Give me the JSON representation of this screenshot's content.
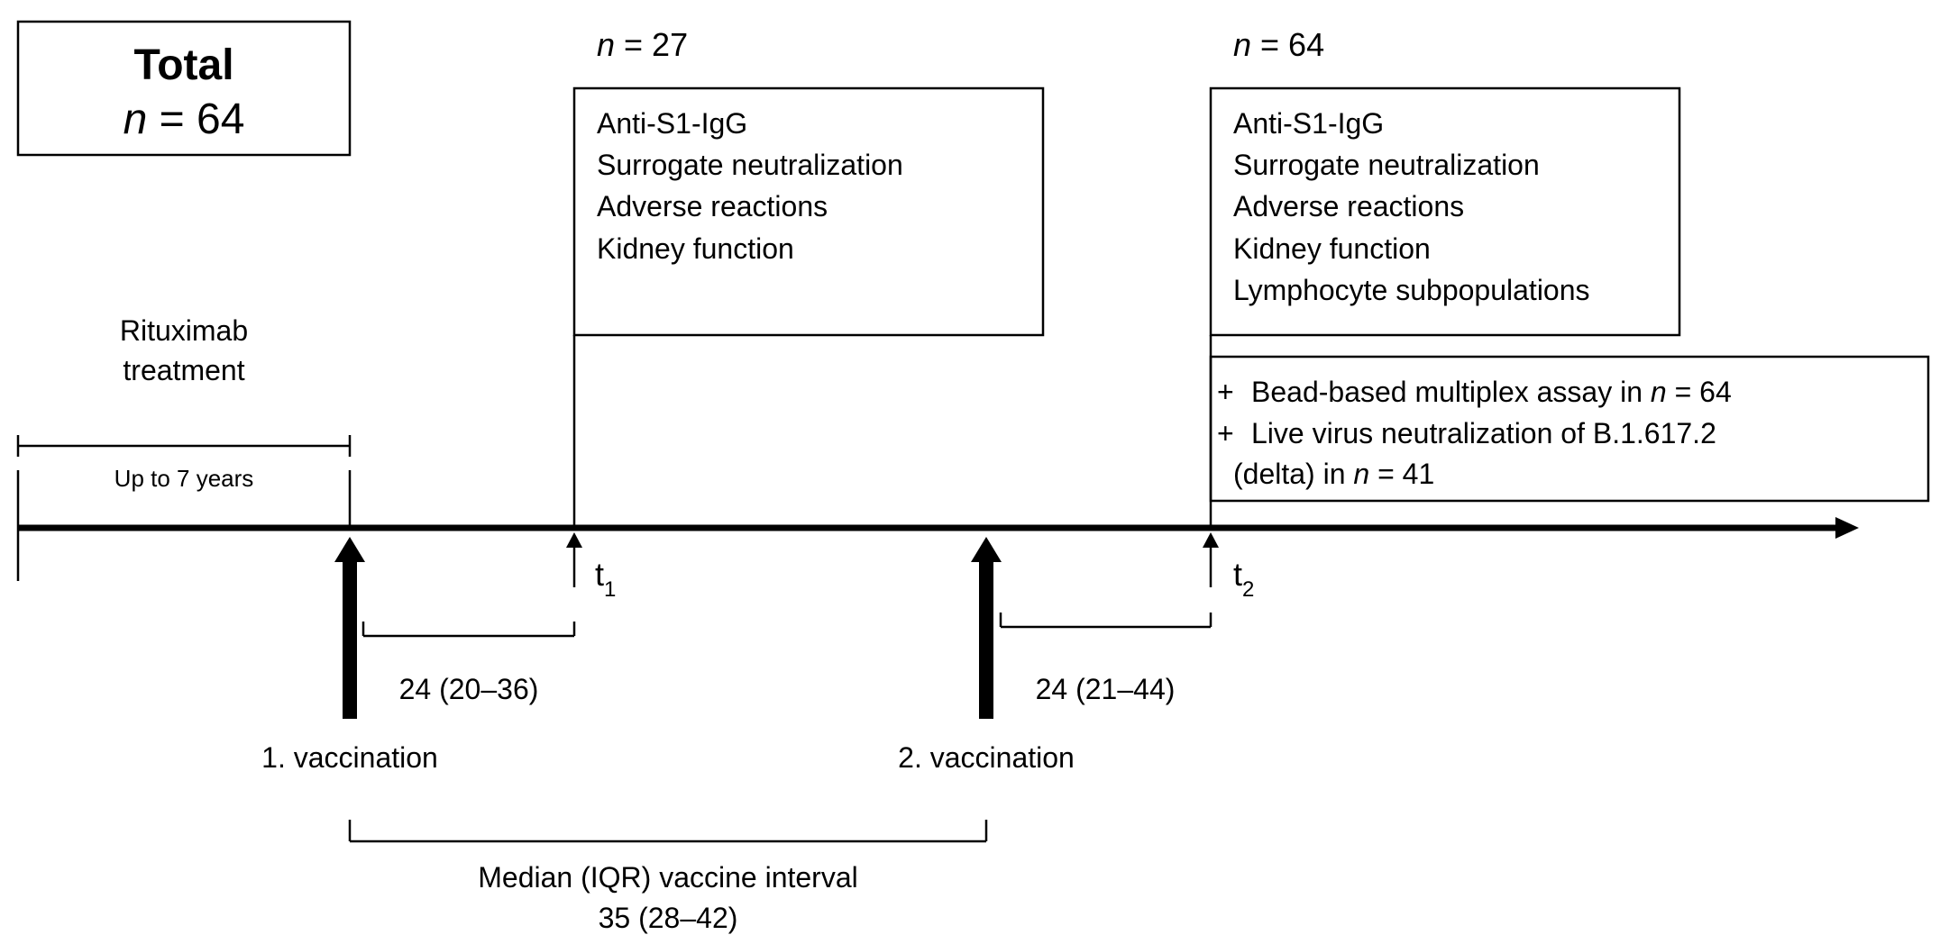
{
  "total_box": {
    "title": "Total",
    "n_var": "n",
    "n_text": " = 64"
  },
  "header_t1": {
    "n_var": "n",
    "n_text": " = 27"
  },
  "header_t2": {
    "n_var": "n",
    "n_text": " = 64"
  },
  "box_t1": {
    "lines": [
      "Anti-S1-IgG",
      "Surrogate neutralization",
      "Adverse reactions",
      "Kidney function"
    ]
  },
  "box_t2": {
    "lines": [
      "Anti-S1-IgG",
      "Surrogate neutralization",
      "Adverse reactions",
      "Kidney function",
      "Lymphocyte subpopulations"
    ]
  },
  "extra_box": {
    "plus": "+",
    "line1_pre": "Bead-based multiplex assay in ",
    "line1_var": "n",
    "line1_post": " = 64",
    "line2": "Live virus neutralization of B.1.617.2",
    "line3_pre": "(delta) in ",
    "line3_var": "n",
    "line3_post": " = 41"
  },
  "rituximab": {
    "line1": "Rituximab",
    "line2": "treatment",
    "duration": "Up to 7 years"
  },
  "timepoints": {
    "t1_base": "t",
    "t1_sub": "1",
    "t2_base": "t",
    "t2_sub": "2"
  },
  "intervals": {
    "first": "24 (20–36)",
    "second": "24 (21–44)",
    "vaccine_label": "Median (IQR) vaccine interval",
    "vaccine_value": "35 (28–42)"
  },
  "vaccinations": {
    "first": "1. vaccination",
    "second": "2. vaccination"
  }
}
